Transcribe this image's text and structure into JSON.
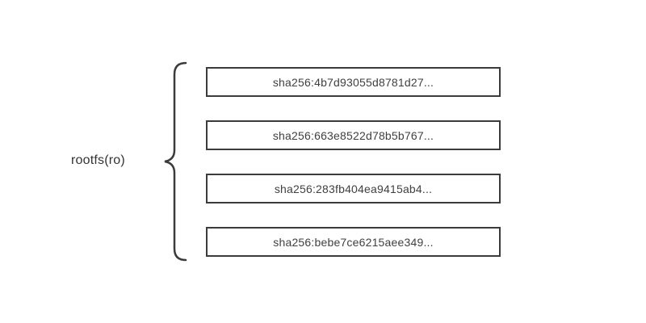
{
  "diagram": {
    "label": "rootfs(ro)",
    "layers": [
      {
        "hash": "sha256:4b7d93055d8781d27..."
      },
      {
        "hash": "sha256:663e8522d78b5b767..."
      },
      {
        "hash": "sha256:283fb404ea9415ab4..."
      },
      {
        "hash": "sha256:bebe7ce6215aee349..."
      }
    ]
  },
  "colors": {
    "border": "#3b3b3b",
    "text": "#404040",
    "label": "#333333",
    "background": "#ffffff"
  }
}
